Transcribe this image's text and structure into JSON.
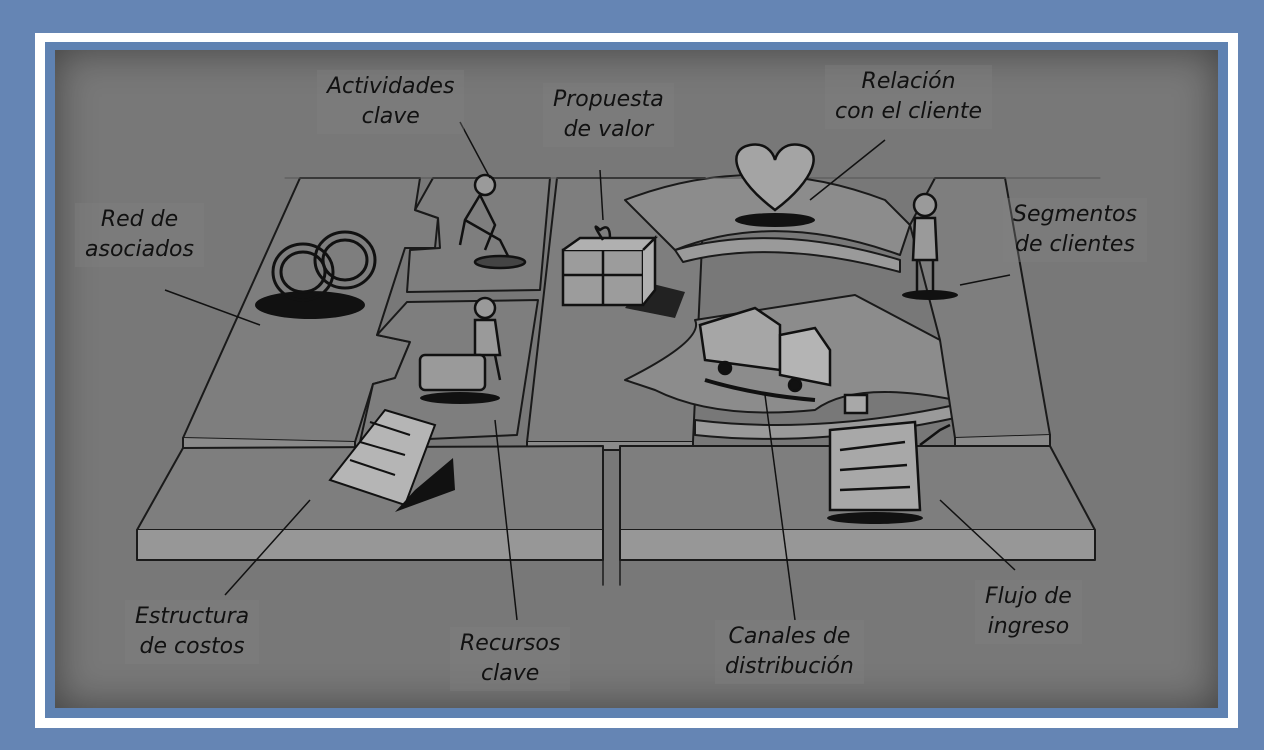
{
  "colors": {
    "outer_bg": "#6585b4",
    "frame_white": "#ffffff",
    "frame_blue": "#5f82b2",
    "canvas_bg": "#787878",
    "ink": "#111111"
  },
  "labels": {
    "red_asociados": [
      "Red de",
      "asociados"
    ],
    "actividades_clave": [
      "Actividades",
      "clave"
    ],
    "propuesta_valor": [
      "Propuesta",
      "de valor"
    ],
    "relacion_cliente": [
      "Relación",
      "con el cliente"
    ],
    "segmentos_clientes": [
      "Segmentos",
      "de clientes"
    ],
    "estructura_costos": [
      "Estructura",
      "de costos"
    ],
    "recursos_clave": [
      "Recursos",
      "clave"
    ],
    "canales_distribucion": [
      "Canales de",
      "distribución"
    ],
    "flujo_ingreso": [
      "Flujo de",
      "ingreso"
    ]
  },
  "icons": [
    "rings-icon",
    "digging-person-icon",
    "gift-box-icon",
    "heart-icon",
    "standing-person-icon",
    "worker-with-box-icon",
    "delivery-truck-icon",
    "cash-register-icon",
    "document-icon"
  ]
}
